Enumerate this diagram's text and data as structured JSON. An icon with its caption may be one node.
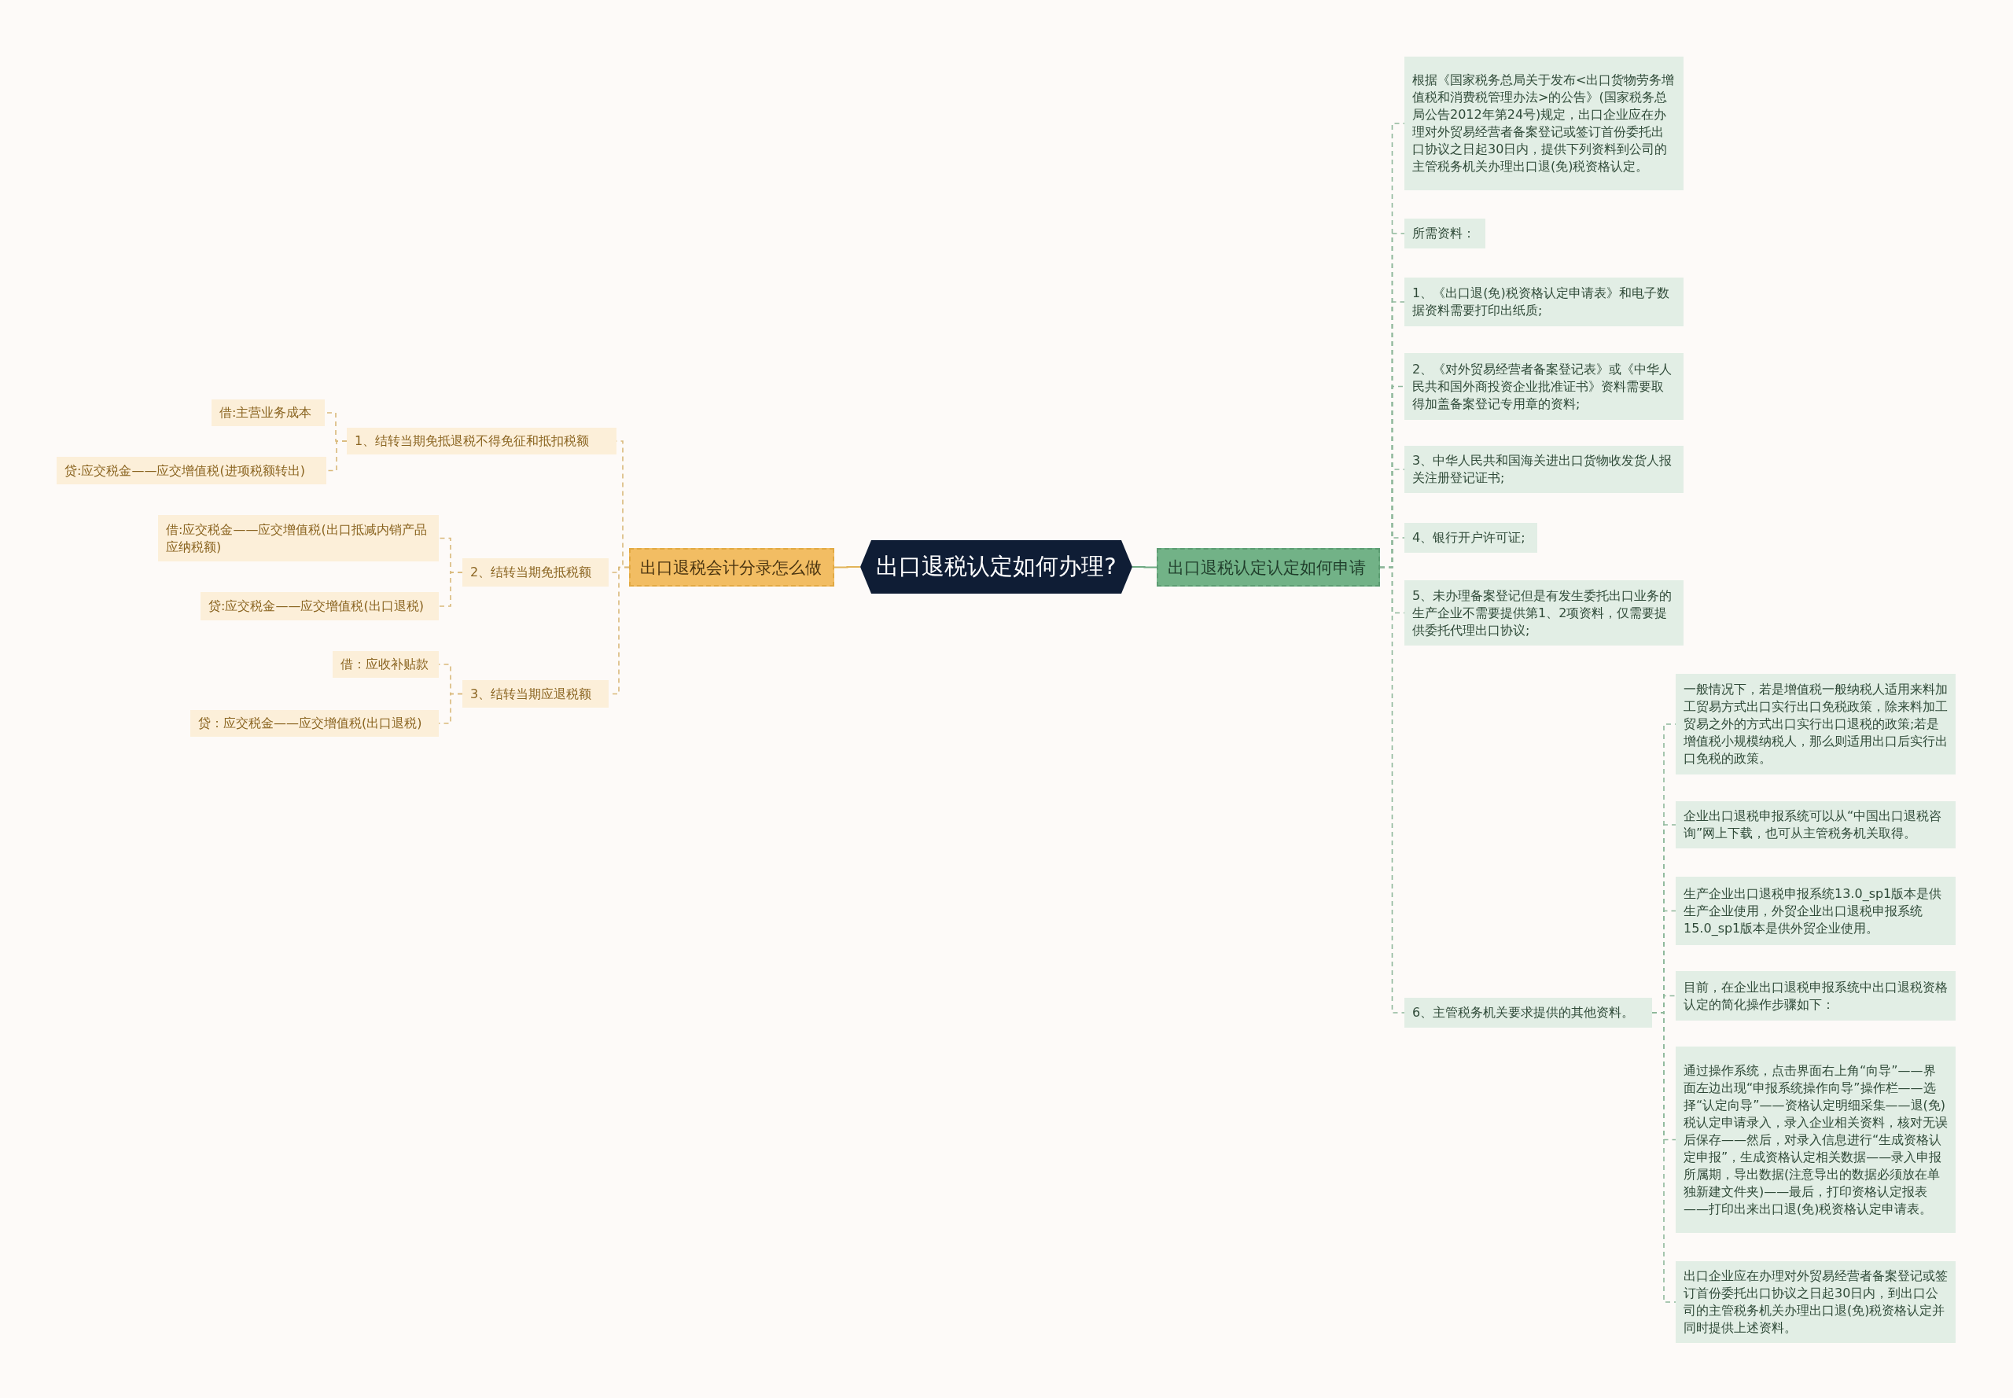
{
  "diagram": {
    "nodes": [
      {
        "text": [
          "出口退税认定如何办理?"
        ]
      },
      {
        "text": [
          "出口退税会计分录怎么做"
        ]
      },
      {
        "text": [
          "1、结转当期免抵退税不得免征和抵扣税额"
        ]
      },
      {
        "text": [
          "借:主营业务成本"
        ]
      },
      {
        "text": [
          "贷:应交税金——应交增值税(进项税额转出)"
        ]
      },
      {
        "text": [
          "2、结转当期免抵税额"
        ]
      },
      {
        "text": [
          "借:应交税金——应交增值税(出口抵减内销产品应纳税额)"
        ]
      },
      {
        "text": [
          "贷:应交税金——应交增值税(出口退税)"
        ]
      },
      {
        "text": [
          "3、结转当期应退税额"
        ]
      },
      {
        "text": [
          "借：应收补贴款"
        ]
      },
      {
        "text": [
          "贷：应交税金——应交增值税(出口退税)"
        ]
      },
      {
        "text": [
          "出口退税认定认定如何申请"
        ]
      },
      {
        "text": [
          "根据《国家税务总局关于发布<出口货物劳务增值税和消费税管理办法>的公告》(国家税务总局公告2012年第24号)规定，出口企业应在办理对外贸易经营者备案登记或签订首份委托出口协议之日起30日内，提供下列资料到公司的主管税务机关办理出口退(免)税资格认定。"
        ]
      },
      {
        "text": [
          "所需资料："
        ]
      },
      {
        "text": [
          "1、《出口退(免)税资格认定申请表》和电子数据资料需要打印出纸质;"
        ]
      },
      {
        "text": [
          "2、《对外贸易经营者备案登记表》或《中华人民共和国外商投资企业批准证书》资料需要取得加盖备案登记专用章的资料;"
        ]
      },
      {
        "text": [
          "3、中华人民共和国海关进出口货物收发货人报关注册登记证书;"
        ]
      },
      {
        "text": [
          "4、银行开户许可证;"
        ]
      },
      {
        "text": [
          "5、未办理备案登记但是有发生委托出口业务的生产企业不需要提供第1、2项资料，仅需要提供委托代理出口协议;"
        ]
      },
      {
        "text": [
          "6、主管税务机关要求提供的其他资料。"
        ]
      },
      {
        "text": [
          "一般情况下，若是增值税一般纳税人适用来料加工贸易方式出口实行出口免税政策，除来料加工贸易之外的方式出口实行出口退税的政策;若是增值税小规模纳税人，那么则适用出口后实行出口免税的政策。"
        ]
      },
      {
        "text": [
          "企业出口退税申报系统可以从“中国出口退税咨询”网上下载，也可从主管税务机关取得。"
        ]
      },
      {
        "text": [
          "生产企业出口退税申报系统13.0_sp1版本是供生产企业使用，外贸企业出口退税申报系统15.0_sp1版本是供外贸企业使用。"
        ]
      },
      {
        "text": [
          "目前，在企业出口退税申报系统中出口退税资格认定的简化操作步骤如下："
        ]
      },
      {
        "text": [
          "通过操作系统，点击界面右上角“向导”——界面左边出现“申报系统操作向导”操作栏——选择“认定向导”——资格认定明细采集——退(免)税认定申请录入，录入企业相关资料，核对无误后保存——然后，对录入信息进行“生成资格认定申报”，生成资格认定相关数据——录入申报所属期，导出数据(注意导出的数据必须放在单独新建文件夹)——最后，打印资格认定报表——打印出来出口退(免)税资格认定申请表。"
        ]
      },
      {
        "text": [
          "出口企业应在办理对外贸易经营者备案登记或签订首份委托出口协议之日起30日内，到出口公司的主管税务机关办理出口退(免)税资格认定并同时提供上述资料。"
        ]
      }
    ],
    "edges": [
      {
        "from": 0,
        "to": 1,
        "arrow": "none",
        "color": "#e2b45a"
      },
      {
        "from": 1,
        "to": 2,
        "arrow": "none",
        "style": "dashed",
        "color": "#d9b97a"
      },
      {
        "from": 2,
        "to": 3,
        "arrow": "none",
        "style": "dashed",
        "color": "#d9b97a"
      },
      {
        "from": 2,
        "to": 4,
        "arrow": "none",
        "style": "dashed",
        "color": "#d9b97a"
      },
      {
        "from": 1,
        "to": 5,
        "arrow": "none",
        "style": "dashed",
        "color": "#d9b97a"
      },
      {
        "from": 5,
        "to": 6,
        "arrow": "none",
        "style": "dashed",
        "color": "#d9b97a"
      },
      {
        "from": 5,
        "to": 7,
        "arrow": "none",
        "style": "dashed",
        "color": "#d9b97a"
      },
      {
        "from": 1,
        "to": 8,
        "arrow": "none",
        "style": "dashed",
        "color": "#d9b97a"
      },
      {
        "from": 8,
        "to": 9,
        "arrow": "none",
        "style": "dashed",
        "color": "#d9b97a"
      },
      {
        "from": 8,
        "to": 10,
        "arrow": "none",
        "style": "dashed",
        "color": "#d9b97a"
      },
      {
        "from": 0,
        "to": 11,
        "arrow": "none",
        "color": "#6fa982"
      },
      {
        "from": 11,
        "to": 12,
        "arrow": "none",
        "style": "dashed",
        "color": "#8fb89b"
      },
      {
        "from": 11,
        "to": 13,
        "arrow": "none",
        "style": "dashed",
        "color": "#8fb89b"
      },
      {
        "from": 11,
        "to": 14,
        "arrow": "none",
        "style": "dashed",
        "color": "#8fb89b"
      },
      {
        "from": 11,
        "to": 15,
        "arrow": "none",
        "style": "dashed",
        "color": "#8fb89b"
      },
      {
        "from": 11,
        "to": 16,
        "arrow": "none",
        "style": "dashed",
        "color": "#8fb89b"
      },
      {
        "from": 11,
        "to": 17,
        "arrow": "none",
        "style": "dashed",
        "color": "#8fb89b"
      },
      {
        "from": 11,
        "to": 18,
        "arrow": "none",
        "style": "dashed",
        "color": "#8fb89b"
      },
      {
        "from": 11,
        "to": 19,
        "arrow": "none",
        "style": "dashed",
        "color": "#8fb89b"
      },
      {
        "from": 19,
        "to": 20,
        "arrow": "none",
        "style": "dashed",
        "color": "#8fb89b"
      },
      {
        "from": 19,
        "to": 21,
        "arrow": "none",
        "style": "dashed",
        "color": "#8fb89b"
      },
      {
        "from": 19,
        "to": 22,
        "arrow": "none",
        "style": "dashed",
        "color": "#8fb89b"
      },
      {
        "from": 19,
        "to": 23,
        "arrow": "none",
        "style": "dashed",
        "color": "#8fb89b"
      },
      {
        "from": 19,
        "to": 24,
        "arrow": "none",
        "style": "dashed",
        "color": "#8fb89b"
      },
      {
        "from": 19,
        "to": 25,
        "arrow": "none",
        "style": "dashed",
        "color": "#8fb89b"
      }
    ]
  }
}
